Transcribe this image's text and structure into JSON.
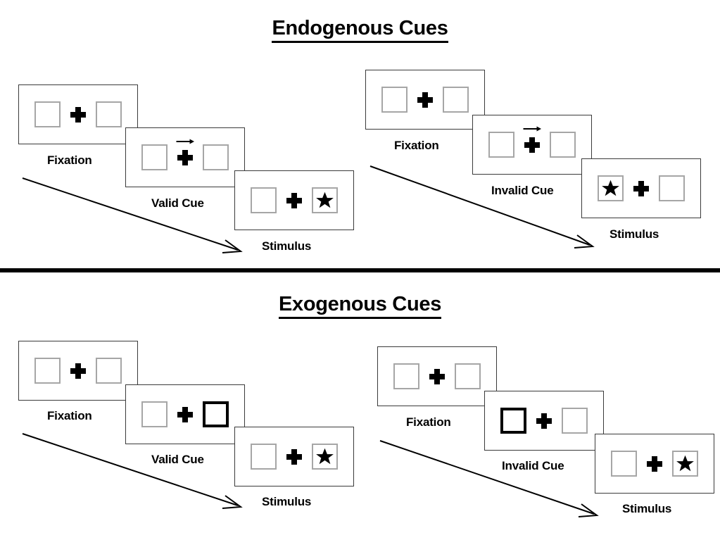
{
  "sections": [
    {
      "id": "endogenous",
      "title": "Endogenous Cues",
      "groups": [
        {
          "id": "endogenous-valid",
          "panels": [
            {
              "caption": "Fixation",
              "cue": "none",
              "cue_side": "",
              "stimulus_side": ""
            },
            {
              "caption": "Valid Cue",
              "cue": "arrow",
              "cue_side": "right",
              "stimulus_side": ""
            },
            {
              "caption": "Stimulus",
              "cue": "none",
              "cue_side": "",
              "stimulus_side": "right"
            }
          ]
        },
        {
          "id": "endogenous-invalid",
          "panels": [
            {
              "caption": "Fixation",
              "cue": "none",
              "cue_side": "",
              "stimulus_side": ""
            },
            {
              "caption": "Invalid Cue",
              "cue": "arrow",
              "cue_side": "right",
              "stimulus_side": ""
            },
            {
              "caption": "Stimulus",
              "cue": "none",
              "cue_side": "",
              "stimulus_side": "left"
            }
          ]
        }
      ]
    },
    {
      "id": "exogenous",
      "title": "Exogenous Cues",
      "groups": [
        {
          "id": "exogenous-valid",
          "panels": [
            {
              "caption": "Fixation",
              "cue": "none",
              "cue_side": "",
              "stimulus_side": ""
            },
            {
              "caption": "Valid Cue",
              "cue": "box",
              "cue_side": "right",
              "stimulus_side": ""
            },
            {
              "caption": "Stimulus",
              "cue": "none",
              "cue_side": "",
              "stimulus_side": "right"
            }
          ]
        },
        {
          "id": "exogenous-invalid",
          "panels": [
            {
              "caption": "Fixation",
              "cue": "none",
              "cue_side": "",
              "stimulus_side": ""
            },
            {
              "caption": "Invalid Cue",
              "cue": "box",
              "cue_side": "left",
              "stimulus_side": ""
            },
            {
              "caption": "Stimulus",
              "cue": "none",
              "cue_side": "",
              "stimulus_side": "right"
            }
          ]
        }
      ]
    }
  ],
  "icons": {
    "cue_arrow": "right-arrow-icon",
    "fixation_cross": "fixation-cross-icon",
    "stimulus_star": "star-icon",
    "sequence_arrow": "sequence-arrow-icon"
  },
  "colors": {
    "ink": "#000000",
    "panel_border": "#3a3a3a",
    "box_border": "#a6a6a6",
    "cued_box_border": "#000000",
    "background": "#ffffff"
  }
}
